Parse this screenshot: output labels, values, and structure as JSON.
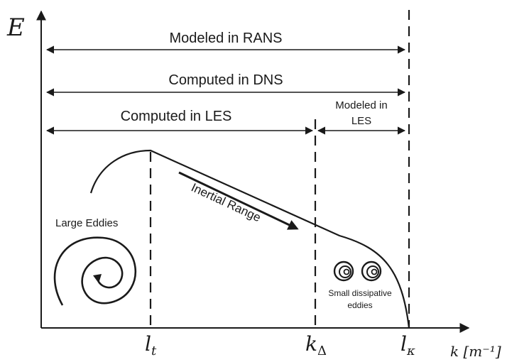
{
  "axes": {
    "y_label": "E",
    "x_label": "k [m⁻¹]"
  },
  "ranges": {
    "rans": "Modeled in RANS",
    "dns": "Computed in DNS",
    "les_computed": "Computed in LES",
    "les_modeled_line1": "Modeled in",
    "les_modeled_line2": "LES"
  },
  "ticks": {
    "lt": "l",
    "lt_sub": "t",
    "kdelta": "k",
    "kdelta_sub": "Δ",
    "lkappa": "l",
    "lkappa_sub": "κ"
  },
  "annotations": {
    "inertial_range": "Inertial Range",
    "large_eddies": "Large Eddies",
    "small_eddies_line1": "Small dissipative",
    "small_eddies_line2": "eddies"
  }
}
